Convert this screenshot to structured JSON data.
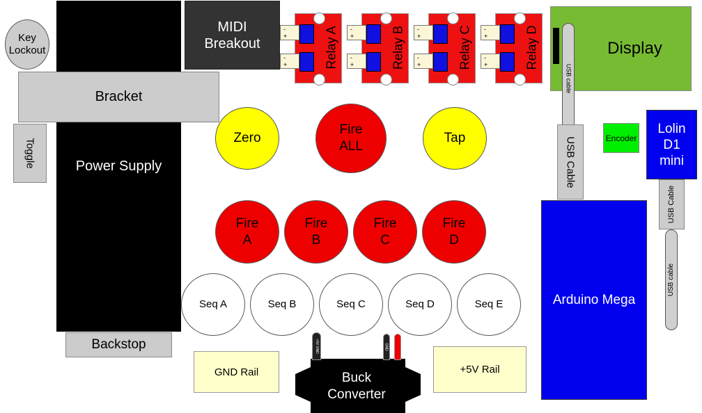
{
  "components": {
    "key_lockout": "Key\nLockout",
    "power_supply": "Power Supply",
    "bracket": "Bracket",
    "toggle": "Toggle",
    "backstop": "Backstop",
    "midi_breakout": "MIDI\nBreakout",
    "display": "Display",
    "encoder": "Encoder",
    "lolin": "Lolin\nD1\nmini",
    "arduino": "Arduino Mega",
    "usb_cable_display_small": "USB cable",
    "usb_cable_display_big": "USB Cable",
    "usb_cable_lolin": "USB Cable",
    "usb_cable_lolin_small": "USB cable",
    "buck": "Buck\nConverter",
    "gnd_rail": "GND Rail",
    "v5_rail": "+5V Rail",
    "buck_left_wire": "+5V GND",
    "buck_right_wire": "GND"
  },
  "relays": [
    {
      "label": "Relay A"
    },
    {
      "label": "Relay B"
    },
    {
      "label": "Relay C"
    },
    {
      "label": "Relay D"
    }
  ],
  "terminal_labels": {
    "minus": "-",
    "plus": "+"
  },
  "buttons": {
    "zero": "Zero",
    "fire_all": "Fire\nALL",
    "tap": "Tap",
    "fire_a": "Fire\nA",
    "fire_b": "Fire\nB",
    "fire_c": "Fire\nC",
    "fire_d": "Fire\nD",
    "seq_a": "Seq A",
    "seq_b": "Seq B",
    "seq_c": "Seq C",
    "seq_d": "Seq D",
    "seq_e": "Seq E"
  },
  "colors": {
    "fire": "#ee0000",
    "yellow": "#ffff00",
    "blue": "#0000ee",
    "green": "#77bb33",
    "encoder": "#00ee00"
  }
}
